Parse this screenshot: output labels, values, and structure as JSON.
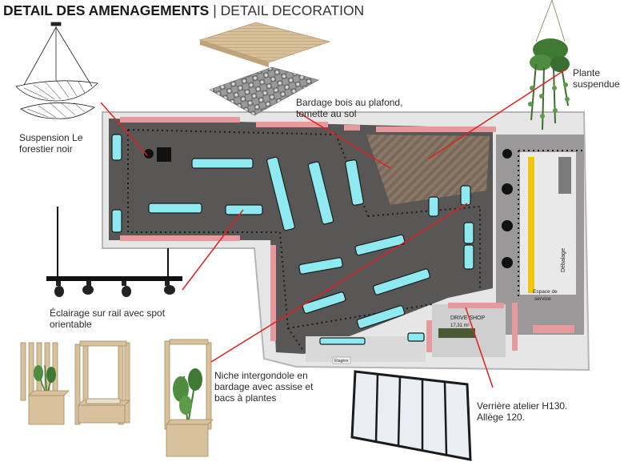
{
  "header": {
    "title_main": "DETAIL DES AMENAGEMENTS",
    "separator": "|",
    "title_sub": "DETAIL DECORATION"
  },
  "captions": {
    "suspension": [
      "Suspension Le",
      "forestier noir"
    ],
    "bardage": [
      "Bardage bois au plafond,",
      "tomette au sol"
    ],
    "plante": [
      "Plante",
      "suspendue"
    ],
    "eclairage": [
      "Éclairage sur rail avec spot",
      "orientable"
    ],
    "niche": [
      "Niche intergondole en",
      "bardage avec assise et",
      "bacs à plantes"
    ],
    "verriere": [
      "Verrière atelier H130.",
      "Allège 120."
    ]
  },
  "plan_labels": {
    "drive": "DRIVE SHOP",
    "drive_area": "17,31 m²",
    "debalage": "Débalage",
    "espace": [
      "Espace de",
      "service"
    ],
    "etagere": "Étagère"
  },
  "colors": {
    "floor": "#595656",
    "wall": "#cfcfcf",
    "gondola": "#8ee9f0",
    "pink": "#e79a9e",
    "leader": "#e02020",
    "wood": "#c9ad86",
    "yellow": "#f1c40f"
  }
}
